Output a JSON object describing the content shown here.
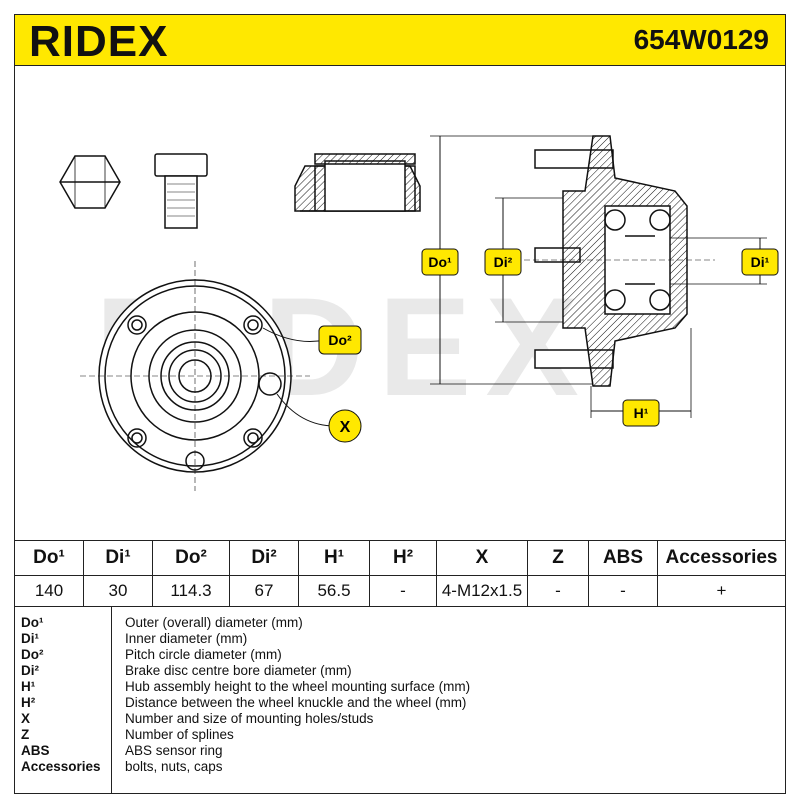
{
  "header": {
    "brand": "RIDEX",
    "part_number": "654W0129"
  },
  "watermark": "RIDEX",
  "callouts": {
    "do1": "Do¹",
    "di2": "Di²",
    "di1": "Di¹",
    "do2": "Do²",
    "x": "X",
    "h1": "H¹"
  },
  "table": {
    "headers": [
      "Do¹",
      "Di¹",
      "Do²",
      "Di²",
      "H¹",
      "H²",
      "X",
      "Z",
      "ABS",
      "Accessories"
    ],
    "values": [
      "140",
      "30",
      "114.3",
      "67",
      "56.5",
      "-",
      "4-M12x1.5",
      "-",
      "-",
      "+"
    ]
  },
  "legend": [
    {
      "code": "Do¹",
      "text": "Outer (overall) diameter (mm)"
    },
    {
      "code": "Di¹",
      "text": "Inner diameter (mm)"
    },
    {
      "code": "Do²",
      "text": "Pitch circle diameter (mm)"
    },
    {
      "code": "Di²",
      "text": "Brake disc centre bore diameter (mm)"
    },
    {
      "code": "H¹",
      "text": "Hub assembly height to the wheel mounting surface (mm)"
    },
    {
      "code": "H²",
      "text": "Distance between the wheel knuckle and the wheel (mm)"
    },
    {
      "code": "X",
      "text": "Number and size of mounting holes/studs"
    },
    {
      "code": "Z",
      "text": "Number of splines"
    },
    {
      "code": "ABS",
      "text": "ABS sensor ring"
    },
    {
      "code": "Accessories",
      "text": "bolts, nuts, caps"
    }
  ],
  "colors": {
    "header": "#ffe800",
    "callout": "#ffe800",
    "line": "#111111"
  }
}
